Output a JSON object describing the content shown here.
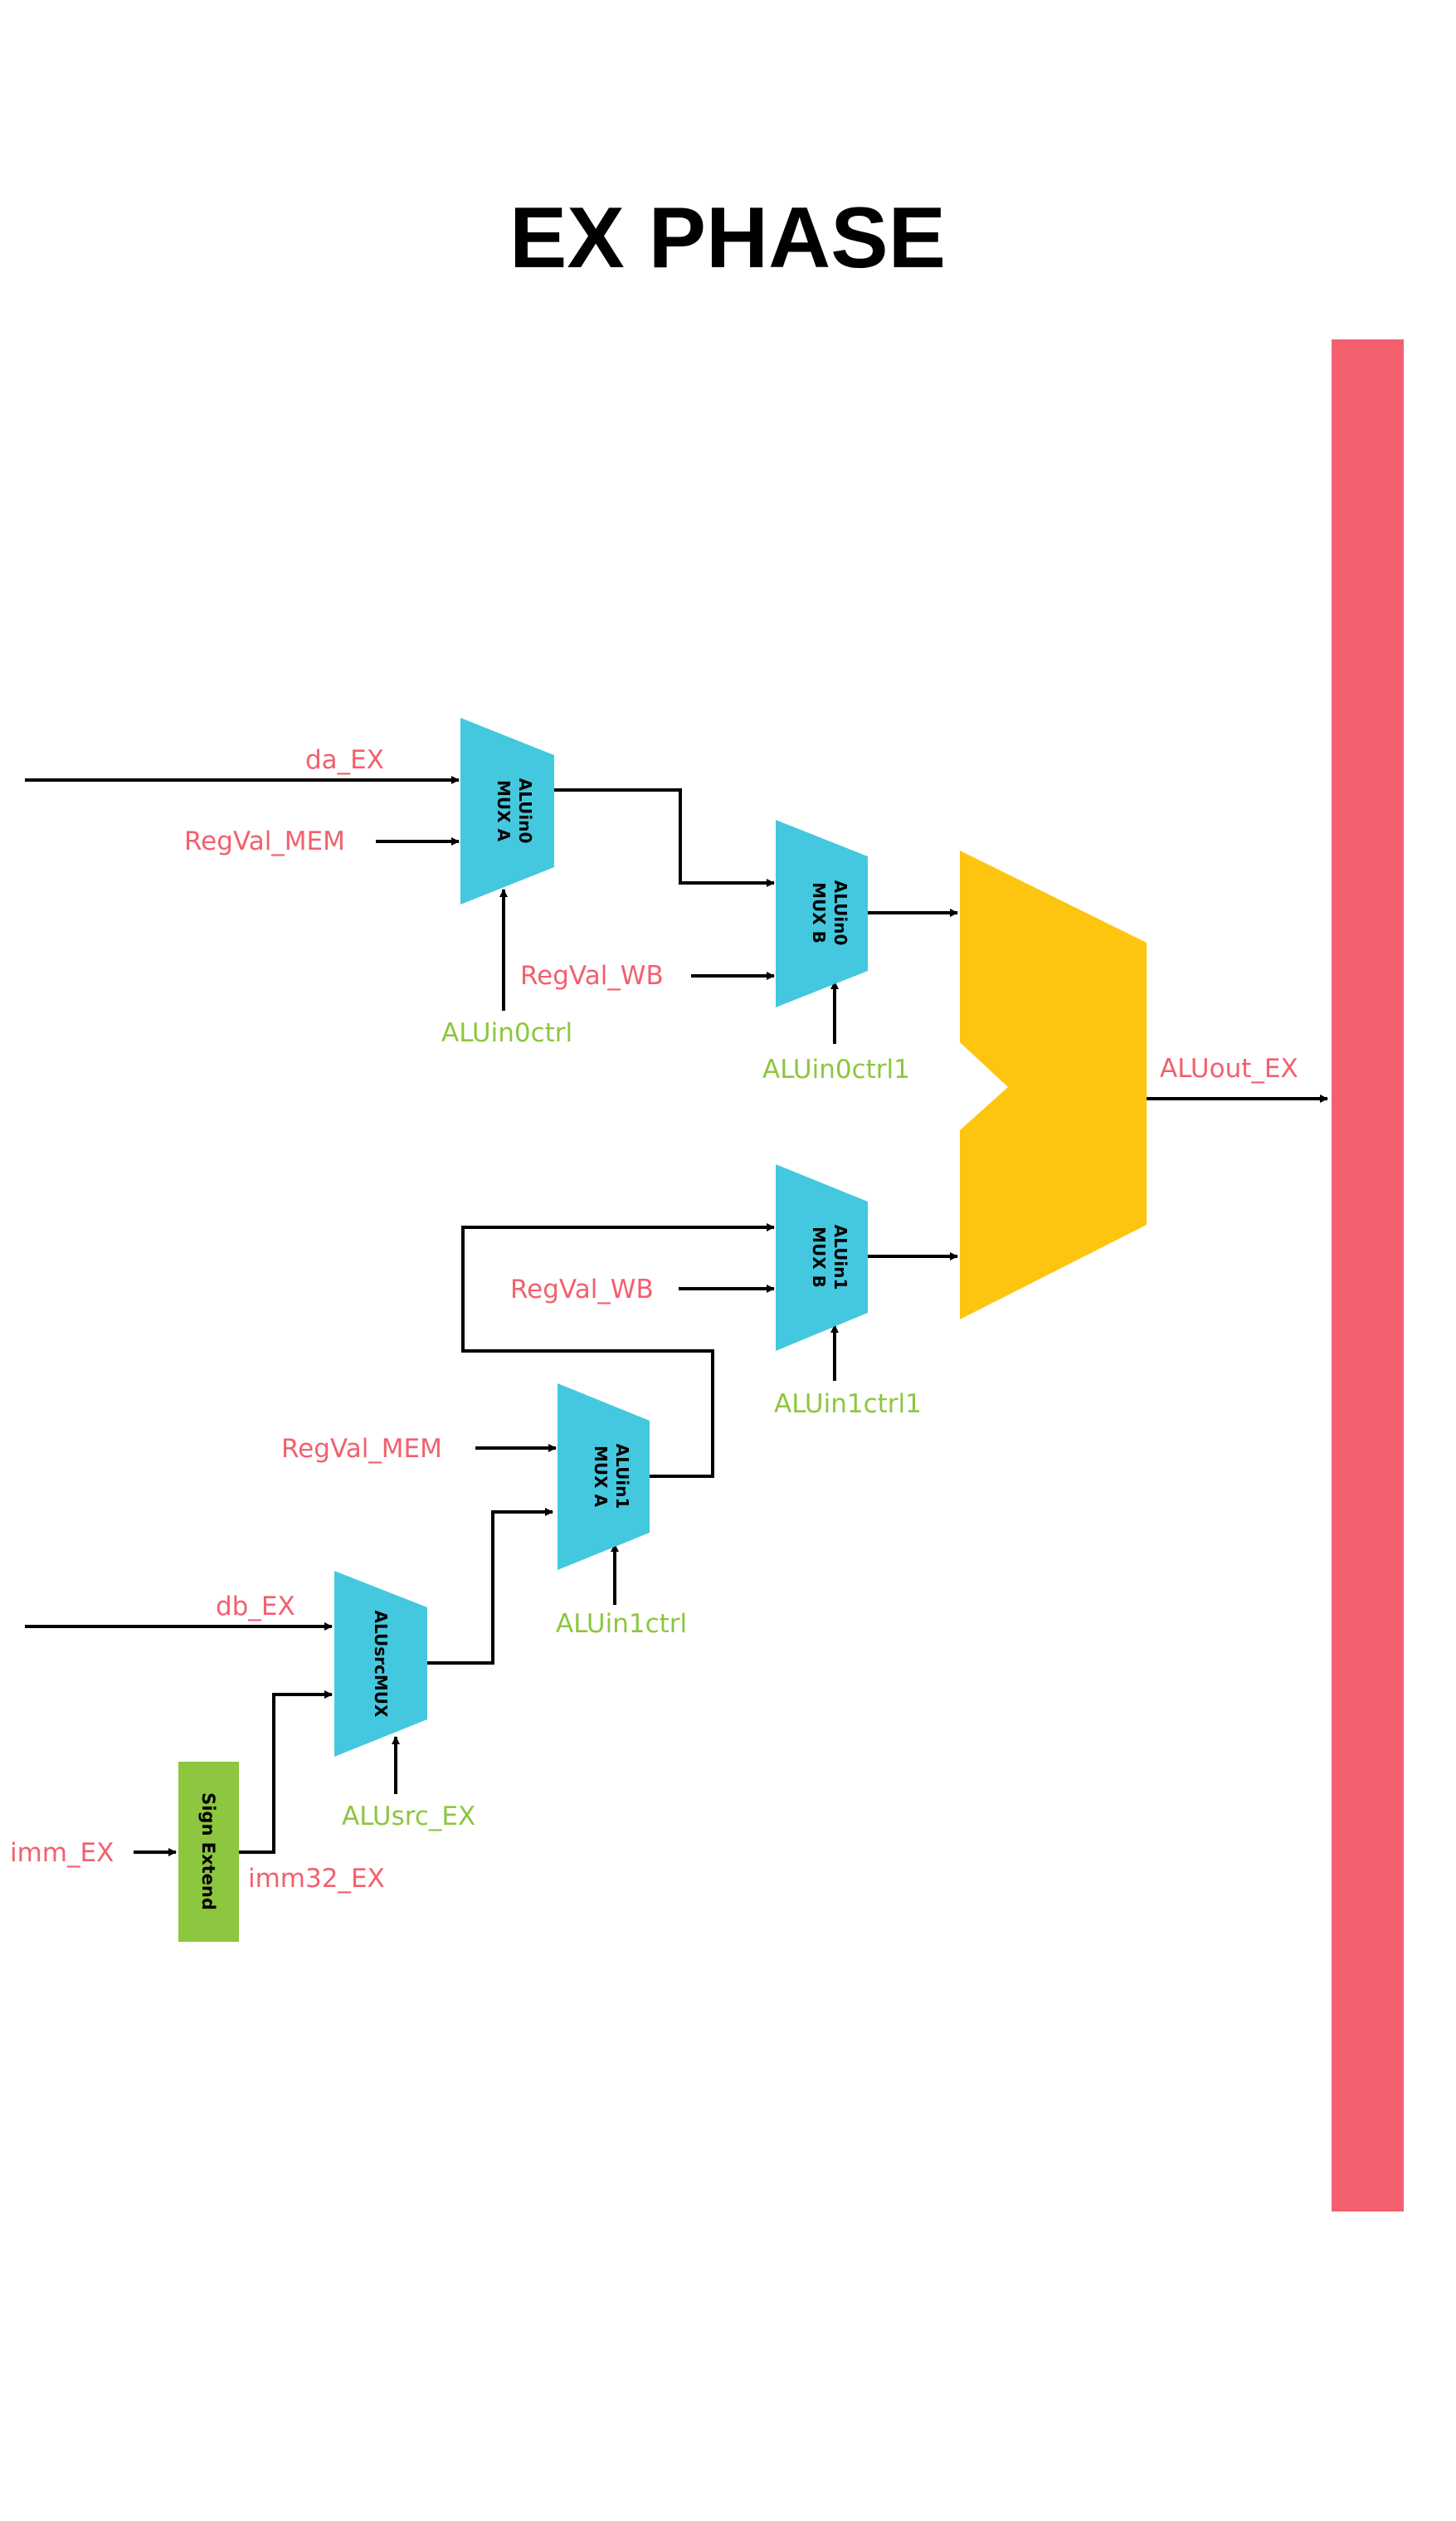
{
  "title": "EX PHASE",
  "colors": {
    "mux": "#44C8DF",
    "alu": "#FDC50F",
    "pipeline_register": "#F2606E",
    "sign_extend": "#8DC63F",
    "signal_red": "#F2606E",
    "signal_green": "#8DC63F",
    "wire": "#000000"
  },
  "blocks": {
    "alu_in0_mux_a": {
      "line1": "ALUin0",
      "line2": "MUX A"
    },
    "alu_in0_mux_b": {
      "line1": "ALUin0",
      "line2": "MUX B"
    },
    "alu_in1_mux_a": {
      "line1": "ALUin1",
      "line2": "MUX A"
    },
    "alu_in1_mux_b": {
      "line1": "ALUin1",
      "line2": "MUX B"
    },
    "alusrc_mux": {
      "label": "ALUsrcMUX"
    },
    "sign_extend": {
      "label": "Sign Extend"
    }
  },
  "signals": {
    "da_ex": "da_EX",
    "regval_mem_top": "RegVal_MEM",
    "aluin0ctrl": "ALUin0ctrl",
    "regval_wb_top": "RegVal_WB",
    "aluin0ctrl1": "ALUin0ctrl1",
    "aluout_ex": "ALUout_EX",
    "regval_wb_bottom": "RegVal_WB",
    "aluin1ctrl1": "ALUin1ctrl1",
    "regval_mem_bottom": "RegVal_MEM",
    "aluin1ctrl": "ALUin1ctrl",
    "db_ex": "db_EX",
    "alusrc_ex": "ALUsrc_EX",
    "imm_ex": "imm_EX",
    "imm32_ex": "imm32_EX"
  }
}
